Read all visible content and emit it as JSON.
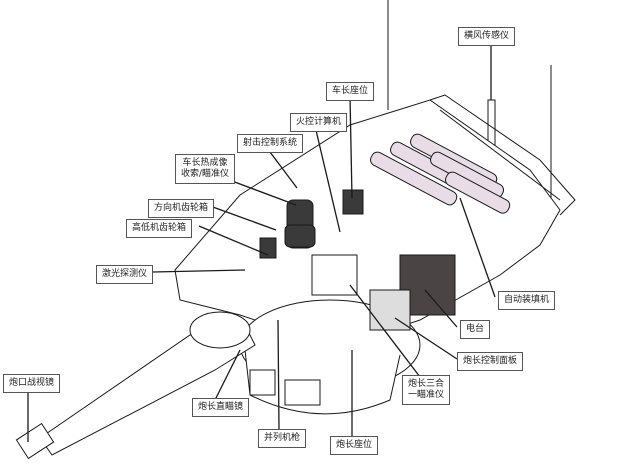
{
  "diagram": {
    "labels": {
      "crosswind_sensor": "横风传感仪",
      "commander_seat": "车长座位",
      "fire_control_computer": "火控计算机",
      "fire_control_system": "射击控制系统",
      "commander_thermal_sight_l1": "车长热成像",
      "commander_thermal_sight_l2": "收索/瞄准仪",
      "traverse_gearbox": "方向机齿轮箱",
      "elevation_gearbox": "高低机齿轮箱",
      "laser_rangefinder": "激光探测仪",
      "autoloader": "自动装填机",
      "radio": "电台",
      "gunner_control_panel": "炮长控制面板",
      "gunner_sight_l1": "炮长三合",
      "gunner_sight_l2": "一瞄准仪",
      "muzzle_reference": "炮口战视镜",
      "gunner_telescope": "炮长直瞄镜",
      "coaxial_mg": "并列机枪",
      "gunner_seat": "炮长座位"
    },
    "colors": {
      "line": "#1a1a1a",
      "dark_component": "#3a3a3a",
      "ammo_tint": "#e8dde6",
      "radio_fill": "#4a4444"
    }
  }
}
